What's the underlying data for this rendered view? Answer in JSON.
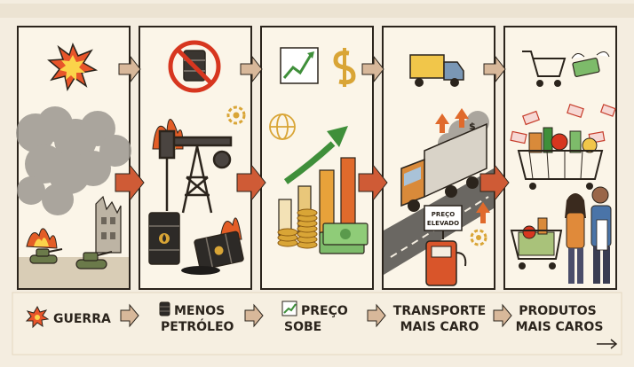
{
  "colors": {
    "background": "#f4ede0",
    "panel": "#fbf5e8",
    "outline": "#2b241c",
    "arrow_small": "#d8b89a",
    "arrow_big": "#cf5b36",
    "green": "#3f8f3a",
    "gold": "#d9a536",
    "fire": "#e35d26",
    "smoke": "#9c9890"
  },
  "panels": [
    {
      "id": "war",
      "top_icon": "explosion-icon"
    },
    {
      "id": "oil",
      "top_icon": "no-oil-barrel-icon"
    },
    {
      "id": "price",
      "top_icon": "chart-and-dollar-icon"
    },
    {
      "id": "transport",
      "top_icon": "truck-icon"
    },
    {
      "id": "products",
      "top_icon": "shopping-cart-flying-money-icon"
    }
  ],
  "labels": {
    "price_sign": "PREÇO\nELEVADO"
  },
  "strip": {
    "guerra": "GUERRA",
    "menos_l1": "MENOS",
    "menos_l2": "PETRÓLEO",
    "preco_l1": "PREÇO",
    "preco_l2": "SOBE",
    "transporte_l1": "TRANSPORTE",
    "transporte_l2": "MAIS CARO",
    "produtos_l1": "PRODUTOS",
    "produtos_l2": "MAIS CAROS"
  }
}
